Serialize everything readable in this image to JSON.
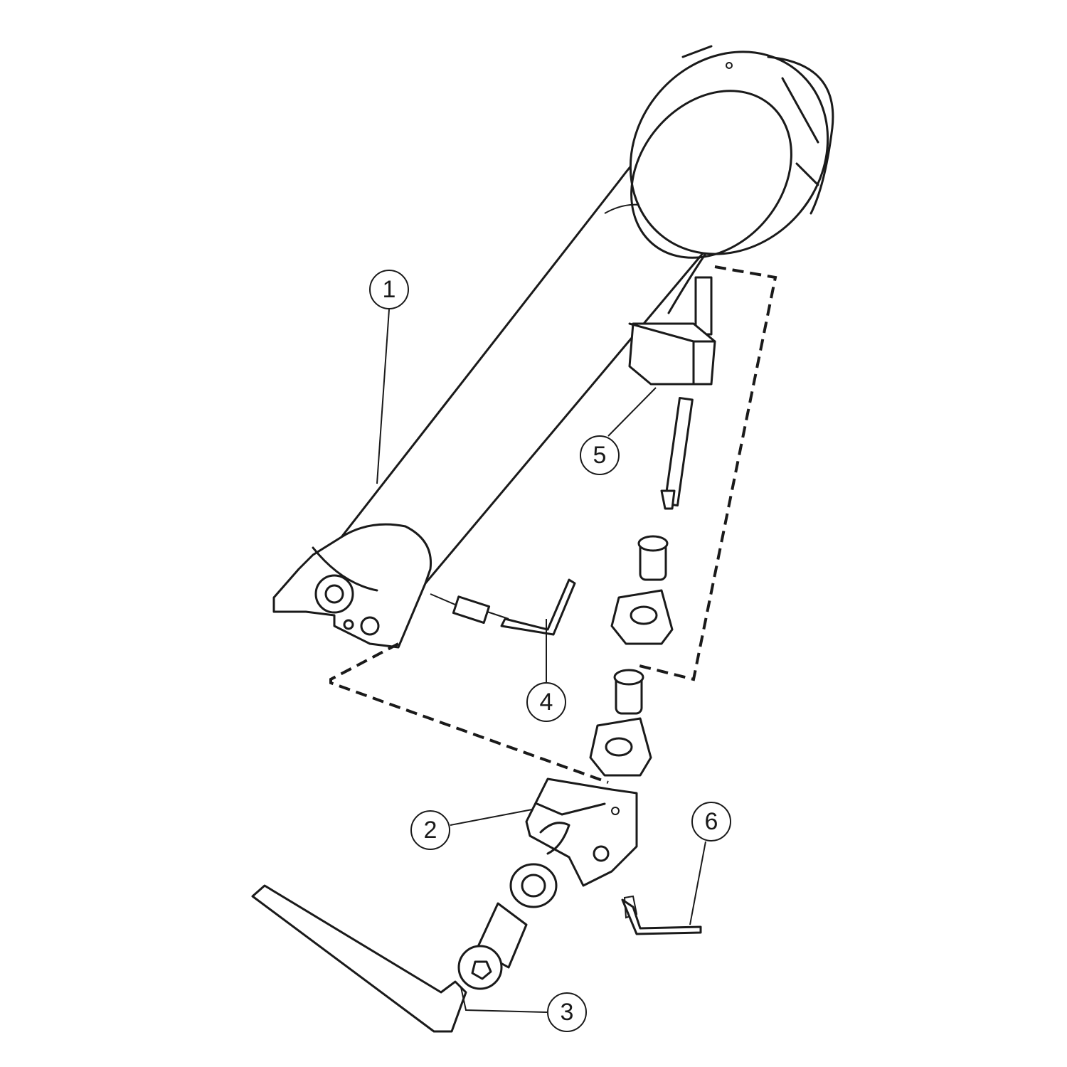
{
  "diagram": {
    "type": "exploded-assembly",
    "callouts": [
      {
        "id": "1",
        "label": "1"
      },
      {
        "id": "2",
        "label": "2"
      },
      {
        "id": "3",
        "label": "3"
      },
      {
        "id": "4",
        "label": "4"
      },
      {
        "id": "5",
        "label": "5"
      },
      {
        "id": "6",
        "label": "6"
      }
    ]
  }
}
